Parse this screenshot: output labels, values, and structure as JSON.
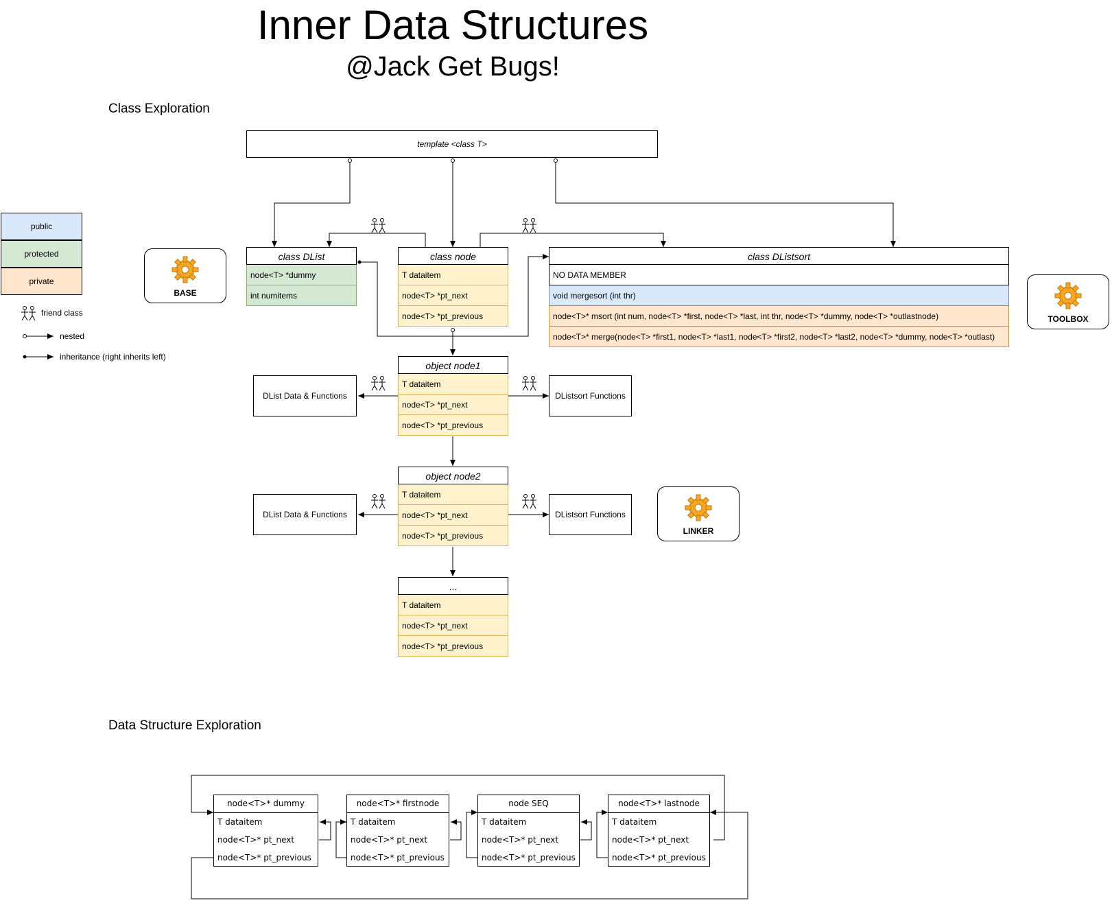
{
  "title": "Inner Data Structures",
  "subtitle": "@Jack Get Bugs!",
  "sections": {
    "class_exploration": "Class Exploration",
    "data_structure_exploration": "Data Structure Exploration"
  },
  "legend": {
    "public": "public",
    "protected": "protected",
    "private": "private",
    "friend_class": "friend class",
    "nested": "nested",
    "inheritance": "inheritance (right inherits left)"
  },
  "template_box": "template <class T>",
  "class_dlist": {
    "title": "class DList",
    "members": [
      "node<T> *dummy",
      "int numitems"
    ]
  },
  "class_node": {
    "title": "class node",
    "members": [
      "T dataitem",
      "node<T> *pt_next",
      "node<T> *pt_previous"
    ]
  },
  "class_dlistsort": {
    "title": "class DListsort",
    "members": [
      "NO DATA MEMBER",
      "void mergesort (int thr)",
      "node<T>* msort (int num, node<T> *first, node<T> *last, int thr, node<T> *dummy, node<T> *outlastnode)",
      "node<T>* merge(node<T> *first1, node<T> *last1, node<T> *first2, node<T> *last2, node<T> *dummy, node<T> *outlast)"
    ]
  },
  "object_node1": {
    "title": "object node1",
    "members": [
      "T dataitem",
      "node<T> *pt_next",
      "node<T> *pt_previous"
    ]
  },
  "object_node2": {
    "title": "object node2",
    "members": [
      "T dataitem",
      "node<T> *pt_next",
      "node<T> *pt_previous"
    ]
  },
  "object_more": {
    "title": "...",
    "members": [
      "T dataitem",
      "node<T> *pt_next",
      "node<T> *pt_previous"
    ]
  },
  "side_boxes": {
    "dlist_functions": "DList Data & Functions",
    "dlistsort_functions": "DListsort Functions"
  },
  "gears": {
    "base": "BASE",
    "toolbox": "TOOLBOX",
    "linker": "LINKER"
  },
  "ds_nodes": [
    {
      "title": "node<T>* dummy",
      "rows": [
        "T dataitem",
        "node<T>* pt_next",
        "node<T>* pt_previous"
      ]
    },
    {
      "title": "node<T>* firstnode",
      "rows": [
        "T dataitem",
        "node<T>* pt_next",
        "node<T>* pt_previous"
      ]
    },
    {
      "title": "node SEQ",
      "rows": [
        "T dataitem",
        "node<T>* pt_next",
        "node<T>* pt_previous"
      ]
    },
    {
      "title": "node<T>* lastnode",
      "rows": [
        "T dataitem",
        "node<T>* pt_next",
        "node<T>* pt_previous"
      ]
    }
  ],
  "colors": {
    "public_fill": "#dae8fc",
    "public_stroke": "#6c8ebf",
    "protected_fill": "#d5e8d4",
    "protected_stroke": "#82b366",
    "private_fill": "#fff2cc",
    "private_stroke": "#d6b656",
    "private_alt_fill": "#ffe6cc",
    "private_alt_stroke": "#d79b00",
    "gear": "#f5a623"
  }
}
